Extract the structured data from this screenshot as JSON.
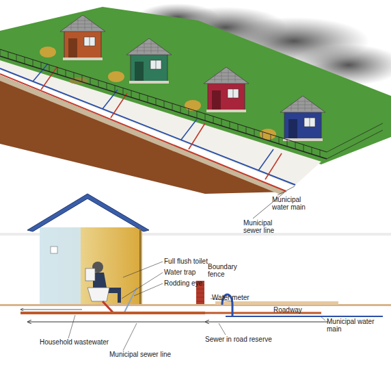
{
  "diagram": {
    "labels": [
      "Municipal water main",
      "Municipal sewer line",
      "Full flush toilet",
      "Water trap",
      "Rodding eye",
      "Boundary fence",
      "Water meter",
      "Roadway",
      "Municipal water main",
      "Household wastewater",
      "Sewer in road reserve",
      "Municipal sewer line"
    ]
  }
}
